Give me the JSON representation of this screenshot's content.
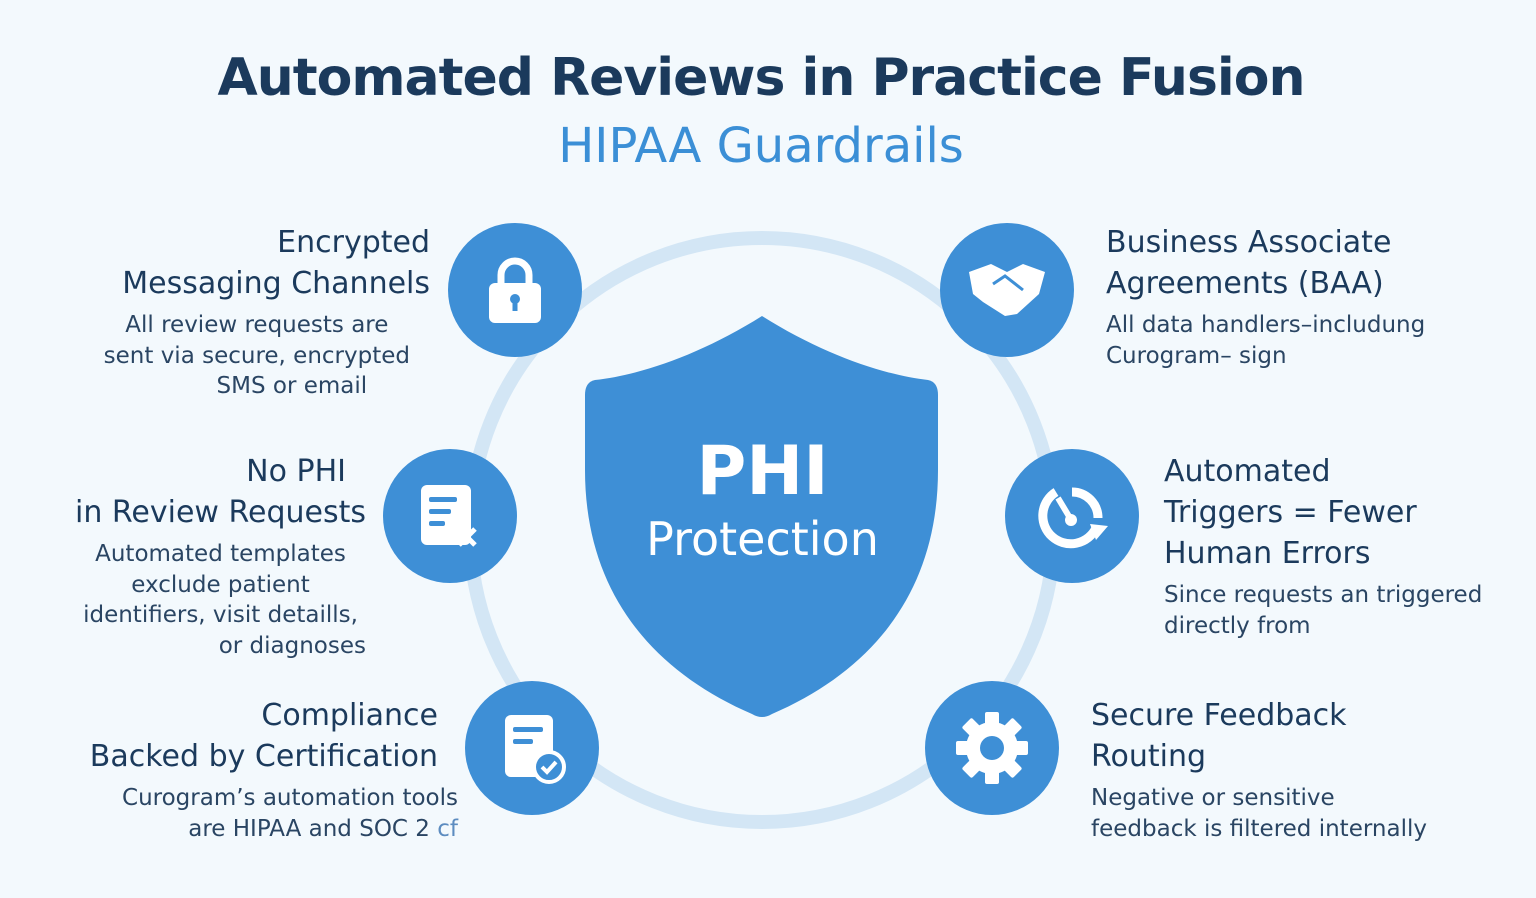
{
  "title": "Automated Reviews in Practice Fusion",
  "subtitle": "HIPAA Guardrails",
  "center": {
    "line1": "PHI",
    "line2": "Protection"
  },
  "colors": {
    "primary": "#3e8fd6",
    "title": "#1b3a5c",
    "ring": "#d3e6f5",
    "background": "#f3f9fd"
  },
  "items": [
    {
      "icon": "lock-icon",
      "heading": [
        "Encrypted",
        "Messaging Channels"
      ],
      "body": [
        "All review requests are",
        "sent via secure, encrypted",
        "SMS or email"
      ]
    },
    {
      "icon": "document-x-icon",
      "heading": [
        "No PHI",
        "in Review Requests"
      ],
      "body": [
        "Automated templates",
        "exclude patient",
        "identifiers, visit detaills,",
        "or diagnoses"
      ]
    },
    {
      "icon": "document-check-icon",
      "heading": [
        "Compliance",
        "Backed by Certification"
      ],
      "body": [
        "Curogram’s automation tools",
        "are HIPAA and SOC 2"
      ],
      "body_tail": "cf"
    },
    {
      "icon": "handshake-icon",
      "heading": [
        "Business Associate",
        "Agreements (BAA)"
      ],
      "body": [
        "All data handlers–includung",
        "Curogram– sign"
      ]
    },
    {
      "icon": "refresh-icon",
      "heading": [
        "Automated",
        "Triggers = Fewer",
        "Human Errors"
      ],
      "body": [
        "Since requests an triggered",
        "directly from"
      ]
    },
    {
      "icon": "gear-icon",
      "heading": [
        "Secure Feedback",
        "Routing"
      ],
      "body": [
        "Negative or sensitive",
        "feedback is filtered internally"
      ]
    }
  ]
}
